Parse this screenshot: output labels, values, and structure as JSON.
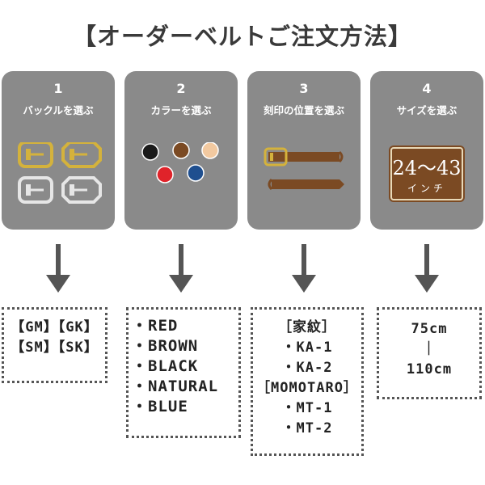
{
  "title": "【オーダーベルトご注文方法】",
  "steps": [
    {
      "num": "1",
      "label": "バックルを選ぶ"
    },
    {
      "num": "2",
      "label": "カラーを選ぶ"
    },
    {
      "num": "3",
      "label": "刻印の位置を選ぶ"
    },
    {
      "num": "4",
      "label": "サイズを選ぶ"
    }
  ],
  "size_plate": {
    "range": "24～43",
    "unit": "インチ"
  },
  "swatch_colors": [
    "#1a1a1a",
    "#7b4a23",
    "#f2c9a0",
    "#e0232a",
    "#1f4f8f"
  ],
  "buckle_colors": {
    "gold": "#d4b23c",
    "silver": "#e6e6e6"
  },
  "options": {
    "buckle": [
      "【GM】【GK】",
      "【SM】【SK】"
    ],
    "color": [
      "・RED",
      "・BROWN",
      "・BLACK",
      "・NATURAL",
      "・BLUE"
    ],
    "position": [
      "［家紋］",
      "・KA-1",
      "・KA-2",
      "［MOMOTARO］",
      "・MT-1",
      "・MT-2"
    ],
    "size": [
      "75cm",
      "｜",
      "110cm"
    ]
  }
}
